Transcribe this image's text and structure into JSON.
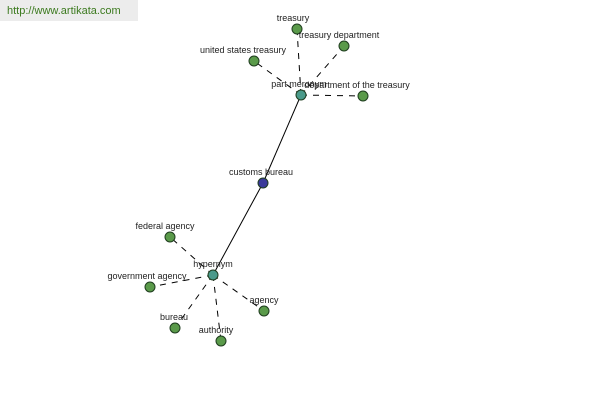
{
  "header": {
    "url": "http://www.artikata.com"
  },
  "colors": {
    "leaf": "#5a9a4a",
    "hub": "#4a9a8a",
    "center": "#3a3a9a",
    "url_text": "#3c7a1f"
  },
  "graph": {
    "center": {
      "id": "customs-bureau",
      "label": "customs bureau",
      "kind": "center"
    },
    "hubs": [
      {
        "id": "part-meronym",
        "label": "part meronym",
        "kind": "hub"
      },
      {
        "id": "hypernym",
        "label": "hypernym",
        "kind": "hub"
      }
    ],
    "leaves": [
      {
        "id": "treasury",
        "label": "treasury",
        "hub": "part-meronym"
      },
      {
        "id": "treasury-department",
        "label": "treasury department",
        "hub": "part-meronym"
      },
      {
        "id": "united-states-treasury",
        "label": "united states treasury",
        "hub": "part-meronym"
      },
      {
        "id": "department-of-the-treasury",
        "label": "department of the treasury",
        "hub": "part-meronym"
      },
      {
        "id": "federal-agency",
        "label": "federal agency",
        "hub": "hypernym"
      },
      {
        "id": "government-agency",
        "label": "government agency",
        "hub": "hypernym"
      },
      {
        "id": "agency",
        "label": "agency",
        "hub": "hypernym"
      },
      {
        "id": "bureau",
        "label": "bureau",
        "hub": "hypernym"
      },
      {
        "id": "authority",
        "label": "authority",
        "hub": "hypernym"
      }
    ]
  }
}
